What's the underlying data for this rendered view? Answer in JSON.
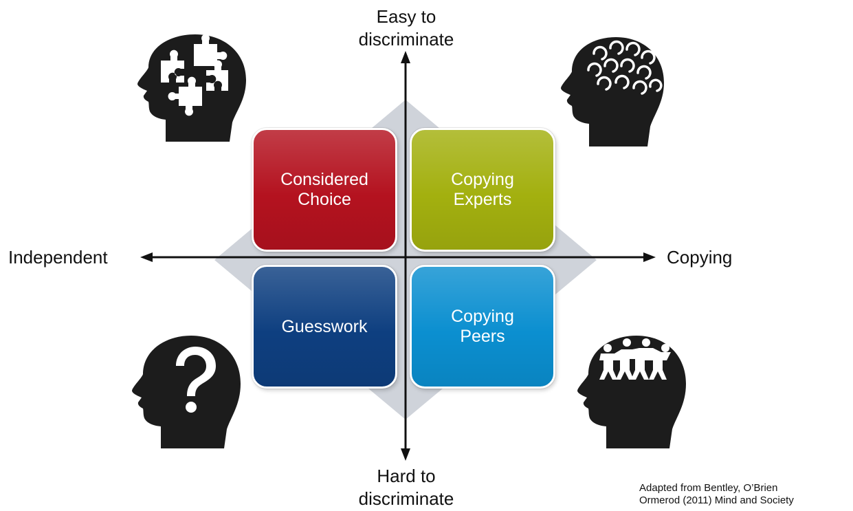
{
  "axes": {
    "top": [
      "Easy to",
      "discriminate"
    ],
    "bottom": [
      "Hard to",
      "discriminate"
    ],
    "left": "Independent",
    "right": "Copying"
  },
  "quadrants": [
    {
      "lines": [
        "Considered",
        "Choice"
      ],
      "color": "#b4121f"
    },
    {
      "lines": [
        "Copying",
        "Experts"
      ],
      "color": "#a3b00f"
    },
    {
      "lines": [
        "Guesswork"
      ],
      "color": "#0e3f80"
    },
    {
      "lines": [
        "Copying",
        "Peers"
      ],
      "color": "#0b8fd0"
    }
  ],
  "colors": {
    "diamond": "#cfd3da",
    "axis": "#111111",
    "head": "#1c1c1c"
  },
  "heads": [
    {
      "icon": "puzzle-pieces-head-icon"
    },
    {
      "icon": "recycle-arrows-head-icon"
    },
    {
      "icon": "question-mark-head-icon"
    },
    {
      "icon": "people-chain-head-icon"
    }
  ],
  "source": [
    "Adapted from Bentley, O’Brien",
    "Ormerod (2011) Mind and Society"
  ]
}
